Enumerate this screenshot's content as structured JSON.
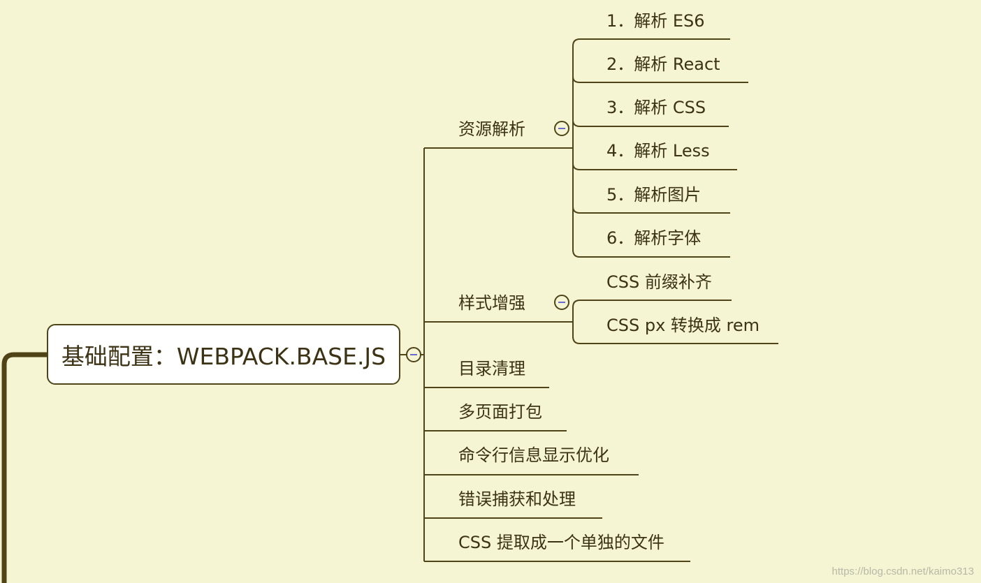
{
  "root": {
    "label": "基础配置：WEBPACK.BASE.JS"
  },
  "branches": [
    {
      "label": "资源解析",
      "children": [
        "1．解析 ES6",
        "2．解析 React",
        "3．解析 CSS",
        "4．解析 Less",
        "5．解析图片",
        "6．解析字体"
      ]
    },
    {
      "label": "样式增强",
      "children": [
        "CSS 前缀补齐",
        "CSS px 转换成 rem"
      ]
    },
    {
      "label": "目录清理"
    },
    {
      "label": "多页面打包"
    },
    {
      "label": "命令行信息显示优化"
    },
    {
      "label": "错误捕获和处理"
    },
    {
      "label": "CSS 提取成一个单独的文件"
    }
  ],
  "watermark": "https://blog.csdn.net/kaimo313",
  "colors": {
    "background": "#f5f5d3",
    "line": "#4e4418",
    "text": "#3c3214",
    "root_fill": "#ffffff"
  }
}
